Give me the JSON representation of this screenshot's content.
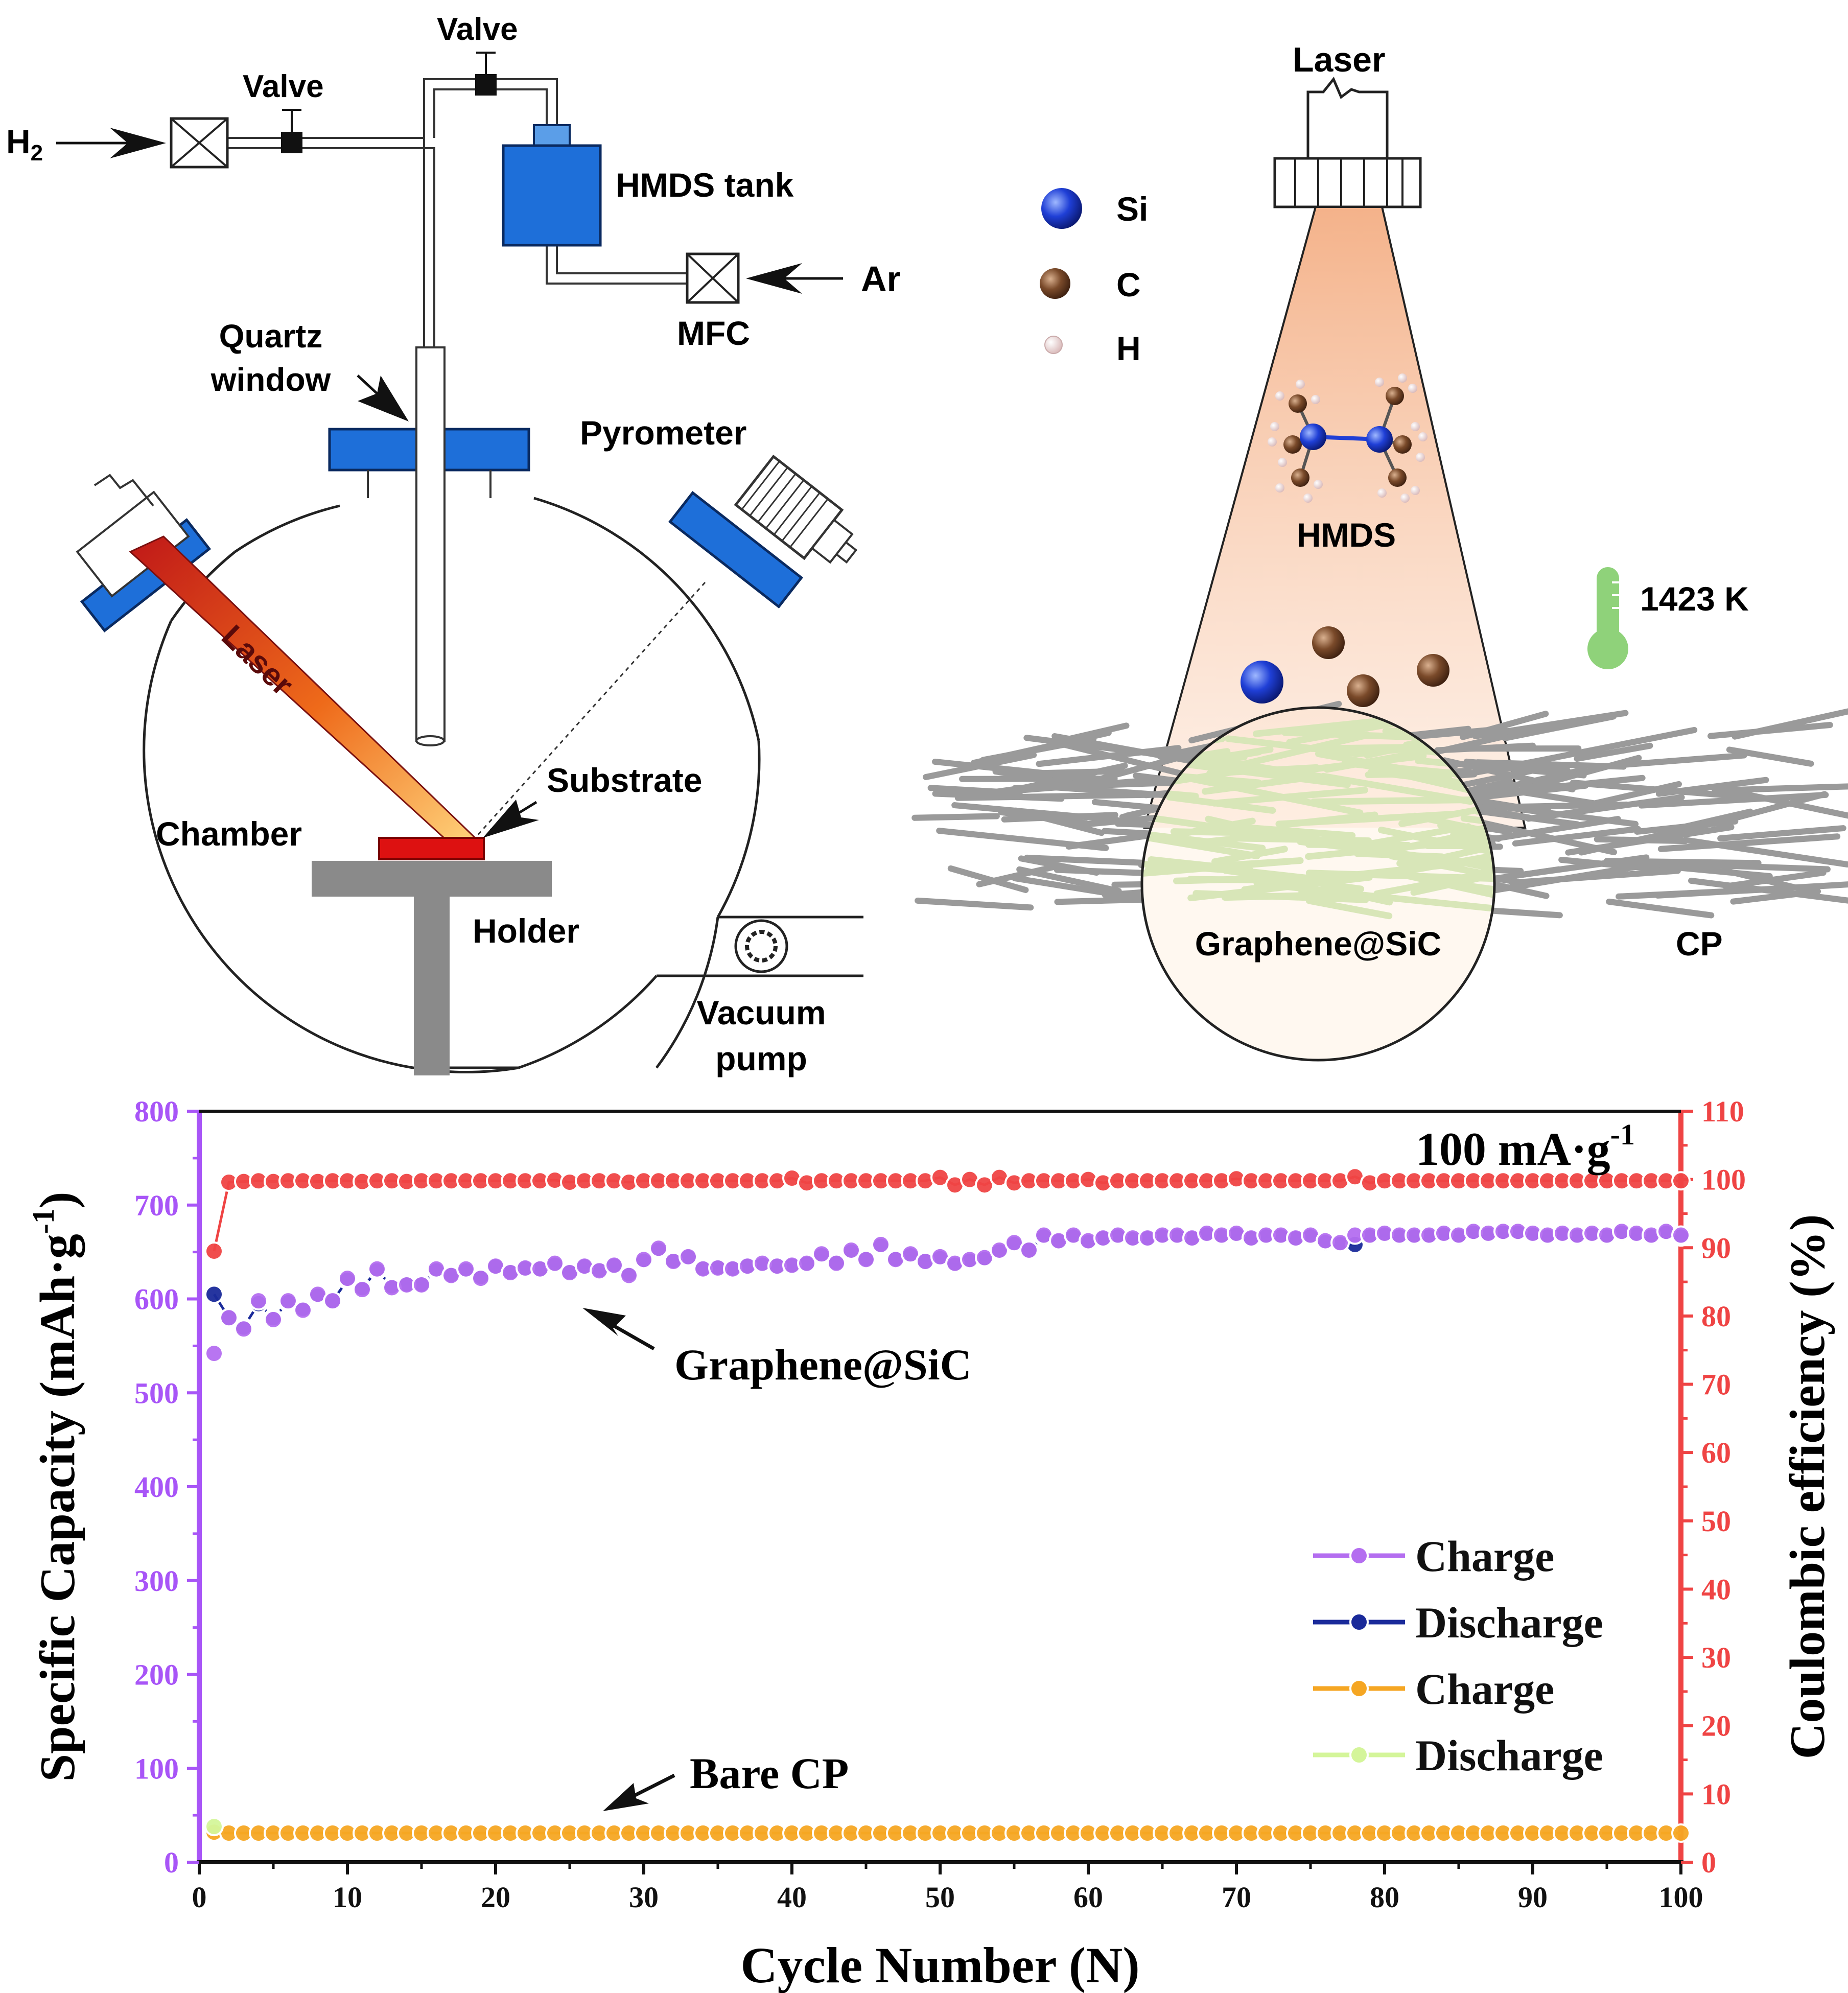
{
  "apparatus": {
    "h2_label": "H",
    "h2_sub": "2",
    "valve_left": "Valve",
    "valve_top": "Valve",
    "hmds_tank": "HMDS tank",
    "ar_label": "Ar",
    "mfc_label": "MFC",
    "quartz_line1": "Quartz",
    "quartz_line2": "window",
    "pyrometer": "Pyrometer",
    "laser_beam": "Laser",
    "substrate": "Substrate",
    "chamber": "Chamber",
    "holder": "Holder",
    "vacuum_line1": "Vacuum",
    "vacuum_line2": "pump"
  },
  "schematic": {
    "laser": "Laser",
    "legend": [
      {
        "symbol": "Si",
        "color": "#1f3fd6"
      },
      {
        "symbol": "C",
        "color": "#7a4a2a"
      },
      {
        "symbol": "H",
        "color": "#e8cfcf"
      }
    ],
    "molecule": "HMDS",
    "temperature": "1423 K",
    "inset_label": "Graphene@SiC",
    "cp_label": "CP"
  },
  "chart_data": {
    "type": "scatter",
    "annotation_rate": "100 mA·g",
    "annotation_rate_sup": "-1",
    "annotation_sample_1": "Graphene@SiC",
    "annotation_sample_2": "Bare CP",
    "xlabel": "Cycle Number (N)",
    "ylabel_left": "Specific Capacity (mAh·g",
    "ylabel_left_sup": "-1",
    "ylabel_left_close": ")",
    "ylabel_right": "Coulombic efficiency (%)",
    "xlim": [
      0,
      100
    ],
    "ylim_left": [
      0,
      800
    ],
    "ylim_right": [
      0,
      110
    ],
    "x_ticks": [
      0,
      10,
      20,
      30,
      40,
      50,
      60,
      70,
      80,
      90,
      100
    ],
    "y_left_ticks": [
      0,
      100,
      200,
      300,
      400,
      500,
      600,
      700,
      800
    ],
    "y_right_ticks": [
      0,
      10,
      20,
      30,
      40,
      50,
      60,
      70,
      80,
      90,
      100,
      110
    ],
    "colors": {
      "left_axis": "#a855f7",
      "right_axis": "#ef4444"
    },
    "legend_placement": "lower-right",
    "series": [
      {
        "name": "Charge",
        "axis": "left",
        "color": "#b46ef0",
        "line": false,
        "x": [
          1,
          2,
          3,
          4,
          5,
          6,
          7,
          8,
          9,
          10,
          11,
          12,
          13,
          14,
          15,
          16,
          17,
          18,
          19,
          20,
          21,
          22,
          23,
          24,
          25,
          26,
          27,
          28,
          29,
          30,
          31,
          32,
          33,
          34,
          35,
          36,
          37,
          38,
          39,
          40,
          41,
          42,
          43,
          44,
          45,
          46,
          47,
          48,
          49,
          50,
          51,
          52,
          53,
          54,
          55,
          56,
          57,
          58,
          59,
          60,
          61,
          62,
          63,
          64,
          65,
          66,
          67,
          68,
          69,
          70,
          71,
          72,
          73,
          74,
          75,
          76,
          77,
          78,
          79,
          80,
          81,
          82,
          83,
          84,
          85,
          86,
          87,
          88,
          89,
          90,
          91,
          92,
          93,
          94,
          95,
          96,
          97,
          98,
          99,
          100
        ],
        "y": [
          542,
          580,
          568,
          598,
          578,
          598,
          588,
          605,
          598,
          622,
          610,
          632,
          612,
          615,
          615,
          632,
          625,
          632,
          622,
          635,
          628,
          633,
          632,
          638,
          628,
          635,
          630,
          636,
          625,
          642,
          654,
          640,
          645,
          632,
          633,
          632,
          635,
          638,
          635,
          636,
          638,
          648,
          638,
          652,
          642,
          658,
          642,
          648,
          640,
          645,
          638,
          642,
          644,
          652,
          660,
          652,
          668,
          662,
          668,
          662,
          665,
          668,
          665,
          665,
          668,
          668,
          665,
          670,
          668,
          670,
          665,
          668,
          668,
          665,
          668,
          662,
          660,
          668,
          668,
          670,
          668,
          668,
          668,
          670,
          668,
          672,
          670,
          672,
          672,
          670,
          668,
          670,
          668,
          670,
          668,
          672,
          670,
          668,
          672,
          668
        ]
      },
      {
        "name": "Discharge",
        "axis": "left",
        "color": "#1a2a9a",
        "line": true,
        "x": [
          1,
          2,
          3,
          4,
          5,
          6,
          7,
          8,
          9,
          10,
          11,
          12,
          13,
          14,
          15,
          16,
          17,
          18,
          19,
          20,
          21,
          22,
          23,
          24,
          25,
          26,
          27,
          28,
          29,
          30,
          31,
          32,
          33,
          34,
          35,
          36,
          37,
          38,
          39,
          40,
          41,
          42,
          43,
          44,
          45,
          46,
          47,
          48,
          49,
          50,
          51,
          52,
          53,
          54,
          55,
          56,
          57,
          58,
          59,
          60,
          61,
          62,
          63,
          64,
          65,
          66,
          67,
          68,
          69,
          70,
          71,
          72,
          73,
          74,
          75,
          76,
          77,
          78,
          79,
          80,
          81,
          82,
          83,
          84,
          85,
          86,
          87,
          88,
          89,
          90,
          91,
          92,
          93,
          94,
          95,
          96,
          97,
          98,
          99,
          100
        ],
        "y": [
          605,
          580,
          570,
          595,
          580,
          596,
          590,
          603,
          598,
          620,
          612,
          630,
          614,
          616,
          616,
          630,
          626,
          630,
          624,
          634,
          629,
          632,
          632,
          636,
          629,
          634,
          631,
          635,
          627,
          640,
          652,
          641,
          644,
          633,
          634,
          633,
          635,
          636,
          635,
          635,
          637,
          646,
          639,
          650,
          643,
          656,
          643,
          646,
          640,
          643,
          636,
          640,
          642,
          650,
          658,
          652,
          666,
          661,
          666,
          660,
          664,
          666,
          663,
          664,
          666,
          666,
          664,
          668,
          666,
          668,
          664,
          666,
          666,
          664,
          666,
          660,
          658,
          658,
          666,
          668,
          666,
          666,
          666,
          668,
          666,
          670,
          668,
          670,
          670,
          668,
          666,
          668,
          666,
          668,
          666,
          670,
          668,
          666,
          670,
          666
        ]
      },
      {
        "name": "Charge",
        "axis": "left",
        "color": "#f5a623",
        "line": true,
        "x": [
          1,
          2,
          3,
          4,
          5,
          6,
          7,
          8,
          9,
          10,
          11,
          12,
          13,
          14,
          15,
          16,
          17,
          18,
          19,
          20,
          21,
          22,
          23,
          24,
          25,
          26,
          27,
          28,
          29,
          30,
          31,
          32,
          33,
          34,
          35,
          36,
          37,
          38,
          39,
          40,
          41,
          42,
          43,
          44,
          45,
          46,
          47,
          48,
          49,
          50,
          51,
          52,
          53,
          54,
          55,
          56,
          57,
          58,
          59,
          60,
          61,
          62,
          63,
          64,
          65,
          66,
          67,
          68,
          69,
          70,
          71,
          72,
          73,
          74,
          75,
          76,
          77,
          78,
          79,
          80,
          81,
          82,
          83,
          84,
          85,
          86,
          87,
          88,
          89,
          90,
          91,
          92,
          93,
          94,
          95,
          96,
          97,
          98,
          99,
          100
        ],
        "y": [
          32,
          31,
          31,
          31,
          31,
          31,
          31,
          31,
          31,
          31,
          31,
          31,
          31,
          31,
          31,
          31,
          31,
          31,
          31,
          31,
          31,
          31,
          31,
          31,
          31,
          31,
          31,
          31,
          31,
          31,
          31,
          31,
          31,
          31,
          31,
          31,
          31,
          31,
          31,
          31,
          31,
          31,
          31,
          31,
          31,
          31,
          31,
          31,
          31,
          31,
          31,
          31,
          31,
          31,
          31,
          31,
          31,
          31,
          31,
          31,
          31,
          31,
          31,
          31,
          31,
          31,
          31,
          31,
          31,
          31,
          31,
          31,
          31,
          31,
          31,
          31,
          31,
          31,
          31,
          31,
          31,
          31,
          31,
          31,
          31,
          31,
          31,
          31,
          31,
          31,
          31,
          31,
          31,
          31,
          31,
          31,
          31,
          31,
          31,
          31
        ]
      },
      {
        "name": "Discharge",
        "axis": "left",
        "color": "#d4f59a",
        "line": true,
        "x": [
          1
        ],
        "y": [
          38
        ]
      },
      {
        "name": "",
        "axis": "right",
        "color": "#ef4444",
        "line": true,
        "x": [
          1,
          2,
          3,
          4,
          5,
          6,
          7,
          8,
          9,
          10,
          11,
          12,
          13,
          14,
          15,
          16,
          17,
          18,
          19,
          20,
          21,
          22,
          23,
          24,
          25,
          26,
          27,
          28,
          29,
          30,
          31,
          32,
          33,
          34,
          35,
          36,
          37,
          38,
          39,
          40,
          41,
          42,
          43,
          44,
          45,
          46,
          47,
          48,
          49,
          50,
          51,
          52,
          53,
          54,
          55,
          56,
          57,
          58,
          59,
          60,
          61,
          62,
          63,
          64,
          65,
          66,
          67,
          68,
          69,
          70,
          71,
          72,
          73,
          74,
          75,
          76,
          77,
          78,
          79,
          80,
          81,
          82,
          83,
          84,
          85,
          86,
          87,
          88,
          89,
          90,
          91,
          92,
          93,
          94,
          95,
          96,
          97,
          98,
          99,
          100
        ],
        "y": [
          89.5,
          99.6,
          99.7,
          99.8,
          99.7,
          99.8,
          99.8,
          99.7,
          99.8,
          99.8,
          99.7,
          99.8,
          99.8,
          99.7,
          99.8,
          99.8,
          99.8,
          99.8,
          99.8,
          99.8,
          99.8,
          99.8,
          99.8,
          99.9,
          99.6,
          99.8,
          99.8,
          99.8,
          99.6,
          99.8,
          99.8,
          99.8,
          99.8,
          99.8,
          99.8,
          99.8,
          99.8,
          99.8,
          99.8,
          100.2,
          99.5,
          99.8,
          99.8,
          99.8,
          99.8,
          99.8,
          99.8,
          99.8,
          99.8,
          100.3,
          99.2,
          100.0,
          99.2,
          100.3,
          99.5,
          99.8,
          99.8,
          99.8,
          99.8,
          100.0,
          99.5,
          99.8,
          99.8,
          99.8,
          99.8,
          99.8,
          99.8,
          99.8,
          99.8,
          100.1,
          99.8,
          99.8,
          99.8,
          99.8,
          99.8,
          99.8,
          99.8,
          100.4,
          99.5,
          99.8,
          99.8,
          99.8,
          99.8,
          99.8,
          99.8,
          99.8,
          99.8,
          99.8,
          99.8,
          99.8,
          99.8,
          99.8,
          99.8,
          99.8,
          99.8,
          99.8,
          99.8,
          99.8,
          99.8,
          99.8
        ]
      }
    ]
  }
}
